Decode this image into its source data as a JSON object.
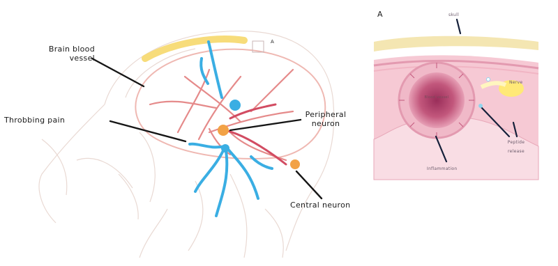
{
  "colors": {
    "vessel": "#e58a8a",
    "neuron_blue": "#3aaee3",
    "neuron_orange": "#f2a246",
    "skull_band": "#f7dc7a",
    "tissue": "#f6c9d4"
  },
  "labels": {
    "brain_blood_vessel": "Brain blood\nvessel",
    "throbbing_pain": "Throbbing pain",
    "peripheral_neuron": "Peripheral\nneuron",
    "central_neuron": "Central neuron",
    "inset_marker": "A",
    "inset_panel": "A",
    "inset_top": "skull",
    "inset_right": "Nerve",
    "inset_vessel": "Blood vessel",
    "inset_peptide": "Peptide\nrelease",
    "inset_inflammation": "Inflammation"
  }
}
